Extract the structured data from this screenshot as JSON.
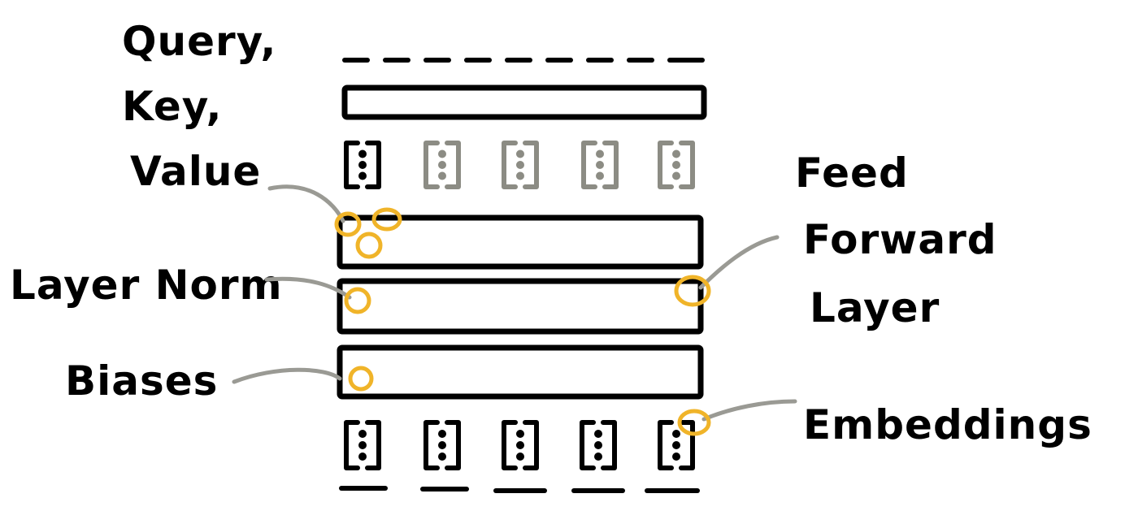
{
  "labels": {
    "qkv": [
      "Query,",
      "Key,",
      "Value"
    ],
    "layer_norm": "Layer Norm",
    "biases": "Biases",
    "feed_forward": [
      "Feed",
      "Forward",
      "Layer"
    ],
    "embeddings": "Embeddings"
  },
  "colors": {
    "ink": "#000000",
    "faded": "#8c8c84",
    "leader": "#9a9a94",
    "highlight": "#f0b429"
  },
  "vectors": {
    "top_row": [
      "ink",
      "faded",
      "faded",
      "faded",
      "faded"
    ],
    "bottom_row": [
      "ink",
      "ink",
      "ink",
      "ink",
      "ink"
    ]
  }
}
